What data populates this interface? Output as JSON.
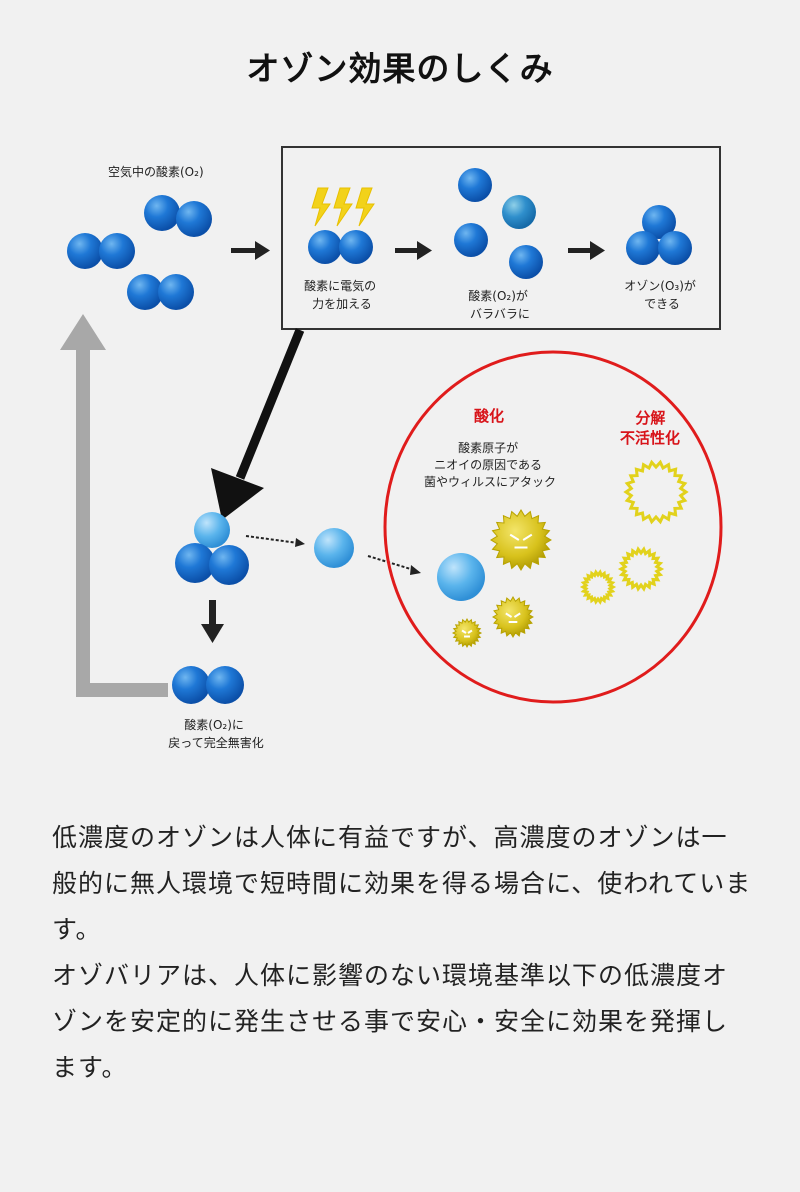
{
  "title": "オゾン効果のしくみ",
  "diagram": {
    "air_oxygen_label": "空気中の酸素(O₂)",
    "step1_label": [
      "酸素に電気の",
      "力を加える"
    ],
    "step2_label": [
      "酸素(O₂)が",
      "バラバラに"
    ],
    "step3_label": [
      "オゾン(O₃)が",
      "できる"
    ],
    "oxidation_title": "酸化",
    "oxidation_desc": [
      "酸素原子が",
      "ニオイの原因である",
      "菌やウィルスにアタック"
    ],
    "decompose_title": [
      "分解",
      "不活性化"
    ],
    "return_label": [
      "酸素(O₂)に",
      "戻って完全無害化"
    ],
    "colors": {
      "molecule_blue": "#1565c8",
      "atom_light_blue": "#4aa8e8",
      "germ_yellow": "#d9c200",
      "circle_red": "#e01c1c",
      "arrow_gray": "#a8a8a8"
    }
  },
  "paragraphs": [
    "低濃度のオゾンは人体に有益ですが、高濃度のオゾンは一般的に無人環境で短時間に効果を得る場合に、使われています。",
    "オゾバリアは、人体に影響のない環境基準以下の低濃度オゾンを安定的に発生させる事で安心・安全に効果を発揮します。"
  ]
}
